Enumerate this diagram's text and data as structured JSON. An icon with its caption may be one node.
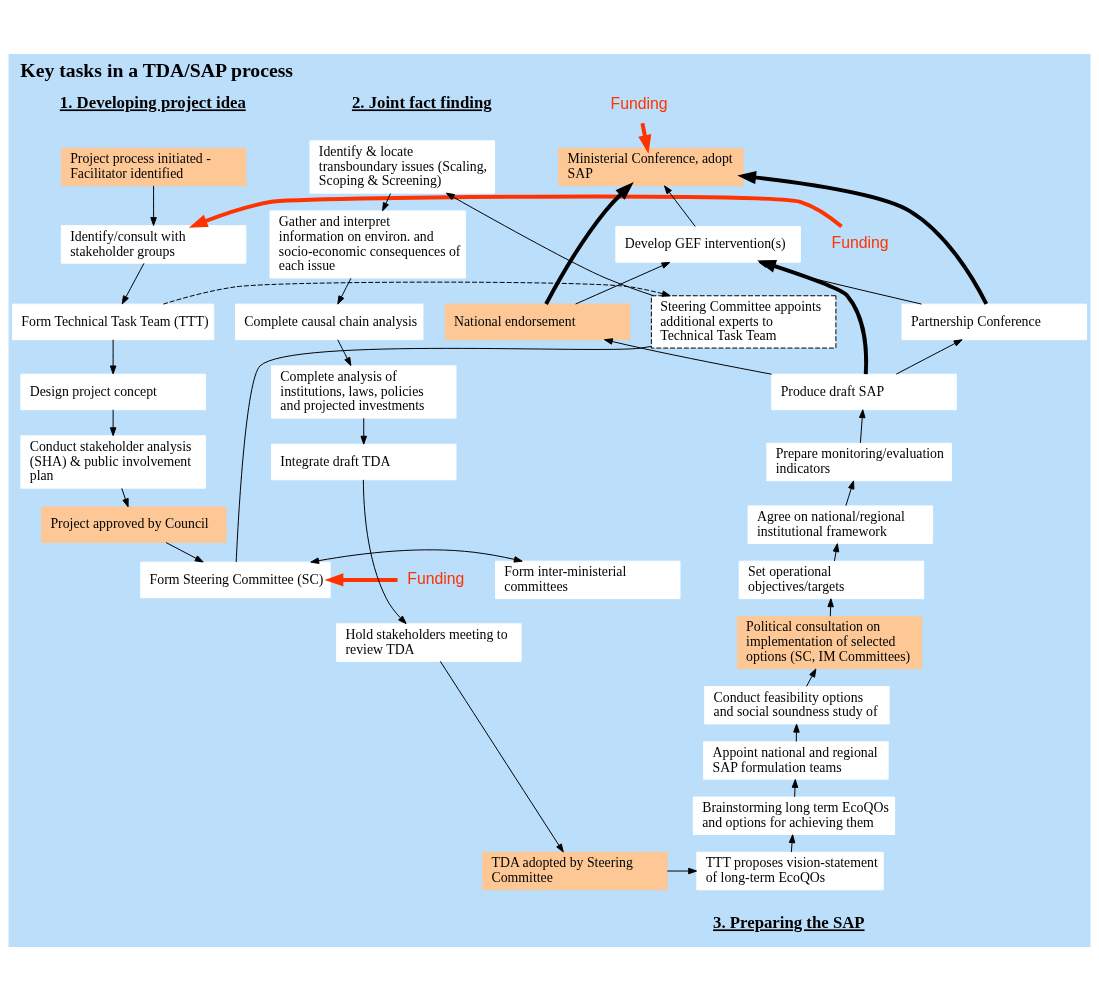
{
  "diagram": {
    "title": "Key tasks in a TDA/SAP process",
    "nodes": [
      {
        "text": [
          "Project process initiated - Facilitator identified"
        ]
      },
      {
        "text": [
          "Funding"
        ]
      },
      {
        "text": [
          "Identify/consult with stakeholder groups"
        ]
      },
      {
        "text": [
          "Form Technical Task Team (TTT)"
        ]
      },
      {
        "text": [
          "Design project concept"
        ]
      },
      {
        "text": [
          "Conduct stakeholder analysis (SHA) & public involvement plan"
        ]
      },
      {
        "text": [
          "Project approved by Council"
        ]
      },
      {
        "text": [
          "Funding"
        ]
      },
      {
        "text": [
          "Form inter-ministerial committees"
        ]
      },
      {
        "text": [
          "Form Steering Committee (SC)"
        ]
      },
      {
        "text": [
          "Steering Committee appoints additional experts to Technical Task Team"
        ]
      },
      {
        "text": [
          "Identify & locate transboundary issues (Scaling, Scoping & Screening)"
        ]
      },
      {
        "text": [
          "Gather and interpret information on environ. and socio-economic consequences of each issue"
        ]
      },
      {
        "text": [
          "Complete causal chain analysis"
        ]
      },
      {
        "text": [
          "Complete analysis of institutions, laws, policies and projected investments"
        ]
      },
      {
        "text": [
          "Integrate draft TDA"
        ]
      },
      {
        "text": [
          "Hold stakeholders meeting to review TDA"
        ]
      },
      {
        "text": [
          "TDA adopted by Steering Committee"
        ]
      },
      {
        "text": [
          "Funding"
        ]
      },
      {
        "text": [
          "Ministerial Conference, adopt SAP"
        ]
      },
      {
        "text": [
          "Develop GEF intervention(s)"
        ]
      },
      {
        "text": [
          "Partnership Conference"
        ]
      },
      {
        "text": [
          "National endorsement"
        ]
      },
      {
        "text": [
          "Produce draft SAP"
        ]
      },
      {
        "text": [
          "Prepare monitoring/evaluation indicators"
        ]
      },
      {
        "text": [
          "Agree on national/regional institutional framework"
        ]
      },
      {
        "text": [
          "Set operational objectives/targets"
        ]
      },
      {
        "text": [
          "Political consultation on implementation of selected options (SC, IM Committees)"
        ]
      },
      {
        "text": [
          "Conduct feasibility options and social soundness study of"
        ]
      },
      {
        "text": [
          "Appoint national and regional SAP formulation teams"
        ]
      },
      {
        "text": [
          "Brainstorming long term EcoQOs and options for achieving them"
        ]
      },
      {
        "text": [
          "TTT proposes vision-statement of long-term EcoQOs"
        ]
      }
    ],
    "edges": [
      {
        "from": 0,
        "to": 2,
        "arrow": "to"
      },
      {
        "from": 1,
        "to": 2,
        "arrow": "to",
        "style": "thick",
        "color": "#ff3300"
      },
      {
        "from": 2,
        "to": 3,
        "arrow": "to"
      },
      {
        "from": 3,
        "to": 4,
        "arrow": "to"
      },
      {
        "from": 4,
        "to": 5,
        "arrow": "to"
      },
      {
        "from": 5,
        "to": 6,
        "arrow": "to"
      },
      {
        "from": 6,
        "to": 9,
        "arrow": "to"
      },
      {
        "from": 7,
        "to": 9,
        "arrow": "to",
        "style": "thick",
        "color": "#ff3300"
      },
      {
        "from": 8,
        "to": 9,
        "arrow": "both"
      },
      {
        "from": 3,
        "to": 10,
        "arrow": "to",
        "style": "dashed"
      },
      {
        "from": 9,
        "to": 10,
        "arrow": "none"
      },
      {
        "from": 10,
        "to": 11,
        "arrow": "to"
      },
      {
        "from": 11,
        "to": 12,
        "arrow": "to"
      },
      {
        "from": 12,
        "to": 13,
        "arrow": "to"
      },
      {
        "from": 13,
        "to": 14,
        "arrow": "to"
      },
      {
        "from": 14,
        "to": 15,
        "arrow": "to"
      },
      {
        "from": 15,
        "to": 16,
        "arrow": "to"
      },
      {
        "from": 16,
        "to": 17,
        "arrow": "to"
      },
      {
        "from": 17,
        "to": 31,
        "arrow": "to"
      },
      {
        "from": 31,
        "to": 30,
        "arrow": "to"
      },
      {
        "from": 30,
        "to": 29,
        "arrow": "to"
      },
      {
        "from": 29,
        "to": 28,
        "arrow": "to"
      },
      {
        "from": 28,
        "to": 27,
        "arrow": "to"
      },
      {
        "from": 27,
        "to": 26,
        "arrow": "to"
      },
      {
        "from": 26,
        "to": 25,
        "arrow": "to"
      },
      {
        "from": 25,
        "to": 24,
        "arrow": "to"
      },
      {
        "from": 24,
        "to": 23,
        "arrow": "to"
      },
      {
        "from": 23,
        "to": 21,
        "arrow": "to"
      },
      {
        "from": 23,
        "to": 20,
        "arrow": "to",
        "style": "thick"
      },
      {
        "from": 23,
        "to": 22,
        "arrow": "to"
      },
      {
        "from": 21,
        "to": 20,
        "arrow": "to"
      },
      {
        "from": 22,
        "to": 20,
        "arrow": "to"
      },
      {
        "from": 21,
        "to": 19,
        "arrow": "to",
        "style": "thick"
      },
      {
        "from": 22,
        "to": 19,
        "arrow": "to",
        "style": "thick"
      },
      {
        "from": 20,
        "to": 19,
        "arrow": "to"
      },
      {
        "from": 18,
        "to": 19,
        "arrow": "to",
        "style": "thick",
        "color": "#ff3300"
      }
    ],
    "labels": [
      "1. Developing project idea",
      "2. Joint fact finding",
      "3. Preparing the SAP"
    ]
  }
}
